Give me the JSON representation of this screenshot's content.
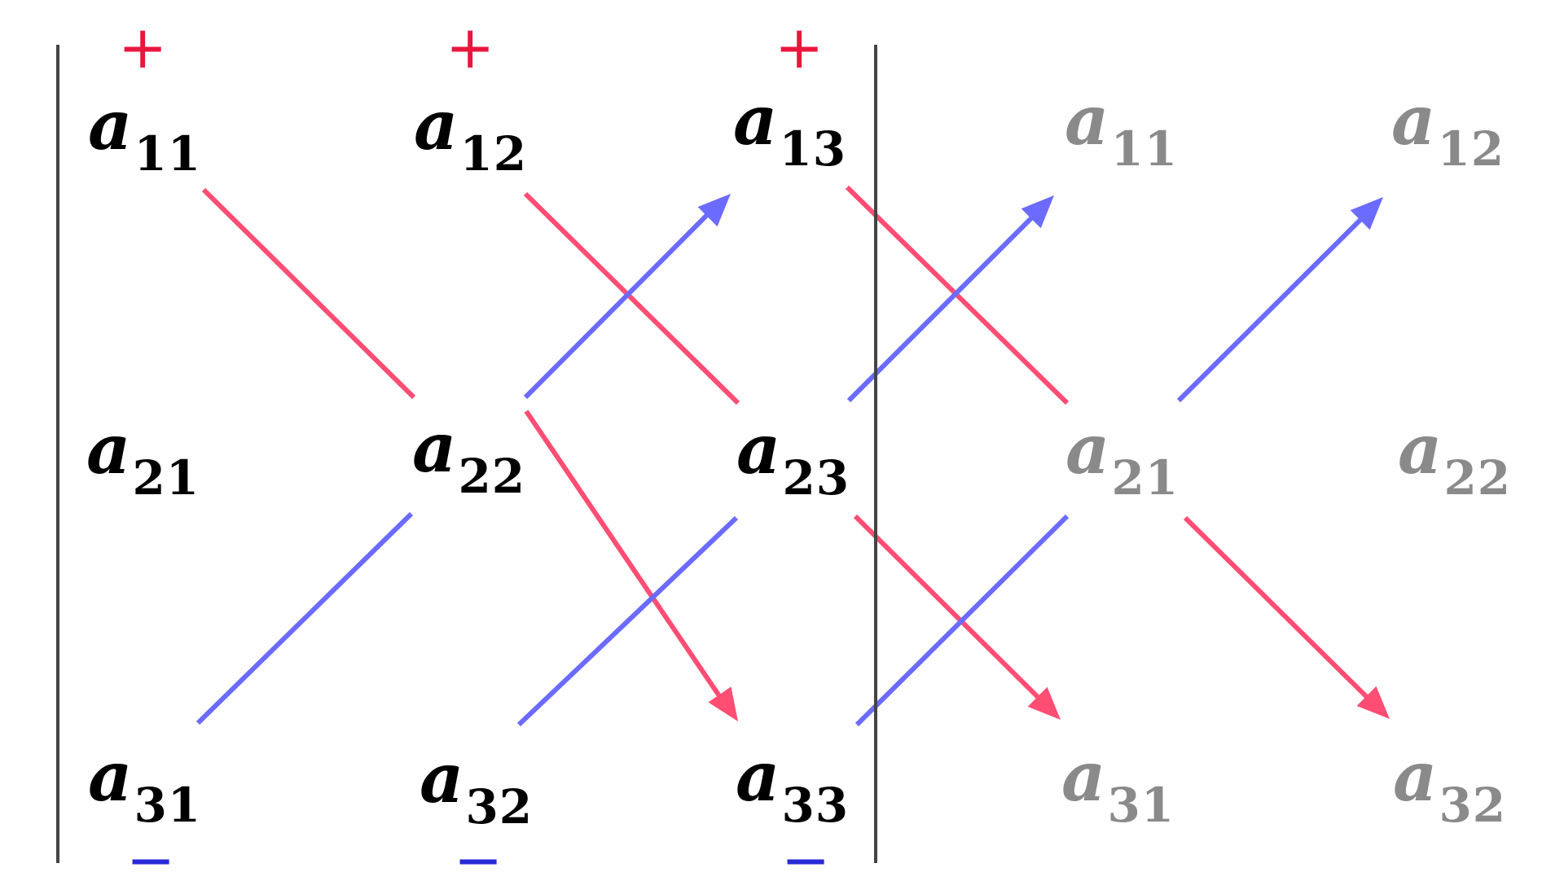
{
  "colors": {
    "plus": "#e8173d",
    "minus": "#2a2ad6",
    "red_arrow": "#ff4d73",
    "blue_arrow": "#6b6bff",
    "main_text": "#000000",
    "ghost_text": "#8a8a8a",
    "bar": "#444444"
  },
  "signs": {
    "plus": [
      "+",
      "+",
      "+"
    ],
    "minus": [
      "−",
      "−",
      "−"
    ]
  },
  "matrix": [
    [
      {
        "base": "a",
        "sub": "11"
      },
      {
        "base": "a",
        "sub": "12"
      },
      {
        "base": "a",
        "sub": "13"
      }
    ],
    [
      {
        "base": "a",
        "sub": "21"
      },
      {
        "base": "a",
        "sub": "22"
      },
      {
        "base": "a",
        "sub": "23"
      }
    ],
    [
      {
        "base": "a",
        "sub": "31"
      },
      {
        "base": "a",
        "sub": "32"
      },
      {
        "base": "a",
        "sub": "33"
      }
    ]
  ],
  "repeated_columns": [
    [
      {
        "base": "a",
        "sub": "11"
      },
      {
        "base": "a",
        "sub": "12"
      }
    ],
    [
      {
        "base": "a",
        "sub": "21"
      },
      {
        "base": "a",
        "sub": "22"
      }
    ],
    [
      {
        "base": "a",
        "sub": "31"
      },
      {
        "base": "a",
        "sub": "32"
      }
    ]
  ]
}
